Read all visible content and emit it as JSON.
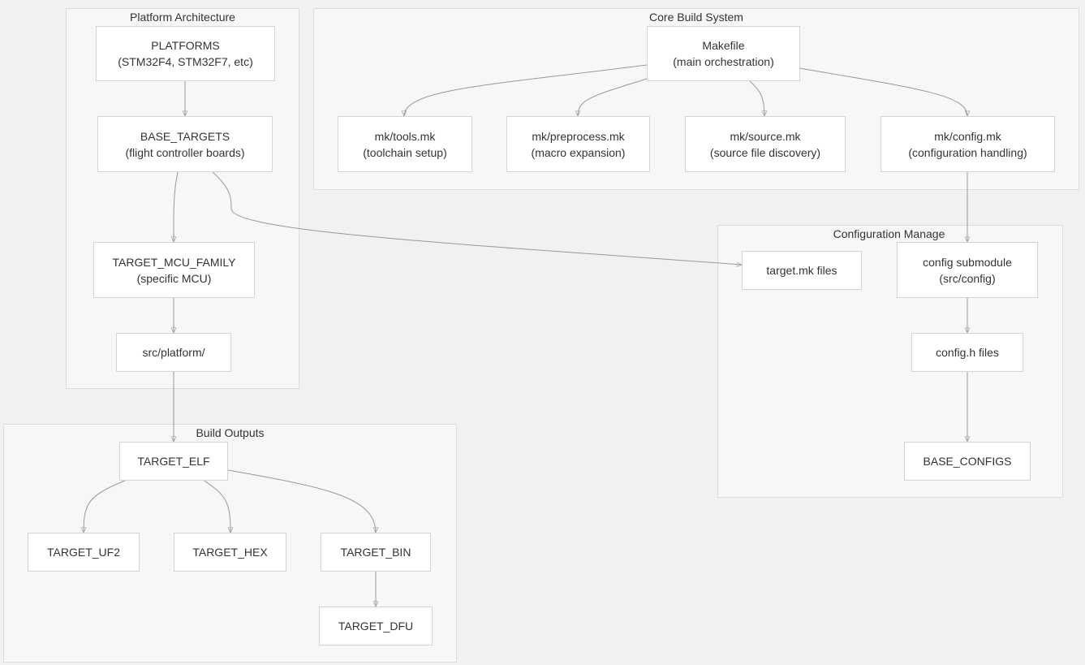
{
  "clusters": {
    "platform": {
      "title": "Platform Architecture"
    },
    "core": {
      "title": "Core Build System"
    },
    "config": {
      "title": "Configuration Manage"
    },
    "outputs": {
      "title": "Build Outputs"
    }
  },
  "nodes": {
    "platforms": {
      "line1": "PLATFORMS",
      "line2": "(STM32F4, STM32F7, etc)"
    },
    "base_targets": {
      "line1": "BASE_TARGETS",
      "line2": "(flight controller boards)"
    },
    "target_mcu_family": {
      "line1": "TARGET_MCU_FAMILY",
      "line2": "(specific MCU)"
    },
    "src_platform": {
      "line1": "src/platform/"
    },
    "makefile": {
      "line1": "Makefile",
      "line2": "(main orchestration)"
    },
    "tools_mk": {
      "line1": "mk/tools.mk",
      "line2": "(toolchain setup)"
    },
    "preprocess_mk": {
      "line1": "mk/preprocess.mk",
      "line2": "(macro expansion)"
    },
    "source_mk": {
      "line1": "mk/source.mk",
      "line2": "(source file discovery)"
    },
    "config_mk": {
      "line1": "mk/config.mk",
      "line2": "(configuration handling)"
    },
    "target_mk_files": {
      "line1": "target.mk files"
    },
    "config_submodule": {
      "line1": "config submodule",
      "line2": "(src/config)"
    },
    "config_h_files": {
      "line1": "config.h files"
    },
    "base_configs": {
      "line1": "BASE_CONFIGS"
    },
    "target_elf": {
      "line1": "TARGET_ELF"
    },
    "target_uf2": {
      "line1": "TARGET_UF2"
    },
    "target_hex": {
      "line1": "TARGET_HEX"
    },
    "target_bin": {
      "line1": "TARGET_BIN"
    },
    "target_dfu": {
      "line1": "TARGET_DFU"
    }
  },
  "edges": [
    {
      "from": "PLATFORMS",
      "to": "BASE_TARGETS"
    },
    {
      "from": "BASE_TARGETS",
      "to": "TARGET_MCU_FAMILY"
    },
    {
      "from": "TARGET_MCU_FAMILY",
      "to": "src/platform/"
    },
    {
      "from": "BASE_TARGETS",
      "to": "target.mk files"
    },
    {
      "from": "src/platform/",
      "to": "TARGET_ELF"
    },
    {
      "from": "Makefile",
      "to": "mk/tools.mk"
    },
    {
      "from": "Makefile",
      "to": "mk/preprocess.mk"
    },
    {
      "from": "Makefile",
      "to": "mk/source.mk"
    },
    {
      "from": "Makefile",
      "to": "mk/config.mk"
    },
    {
      "from": "mk/config.mk",
      "to": "config submodule"
    },
    {
      "from": "config submodule",
      "to": "config.h files"
    },
    {
      "from": "config.h files",
      "to": "BASE_CONFIGS"
    },
    {
      "from": "TARGET_ELF",
      "to": "TARGET_UF2"
    },
    {
      "from": "TARGET_ELF",
      "to": "TARGET_HEX"
    },
    {
      "from": "TARGET_ELF",
      "to": "TARGET_BIN"
    },
    {
      "from": "TARGET_BIN",
      "to": "TARGET_DFU"
    }
  ],
  "colors": {
    "background": "#f2f1f0",
    "cluster": "#f7f7f7",
    "node": "#ffffff",
    "edge": "#999999",
    "text": "#333333"
  }
}
